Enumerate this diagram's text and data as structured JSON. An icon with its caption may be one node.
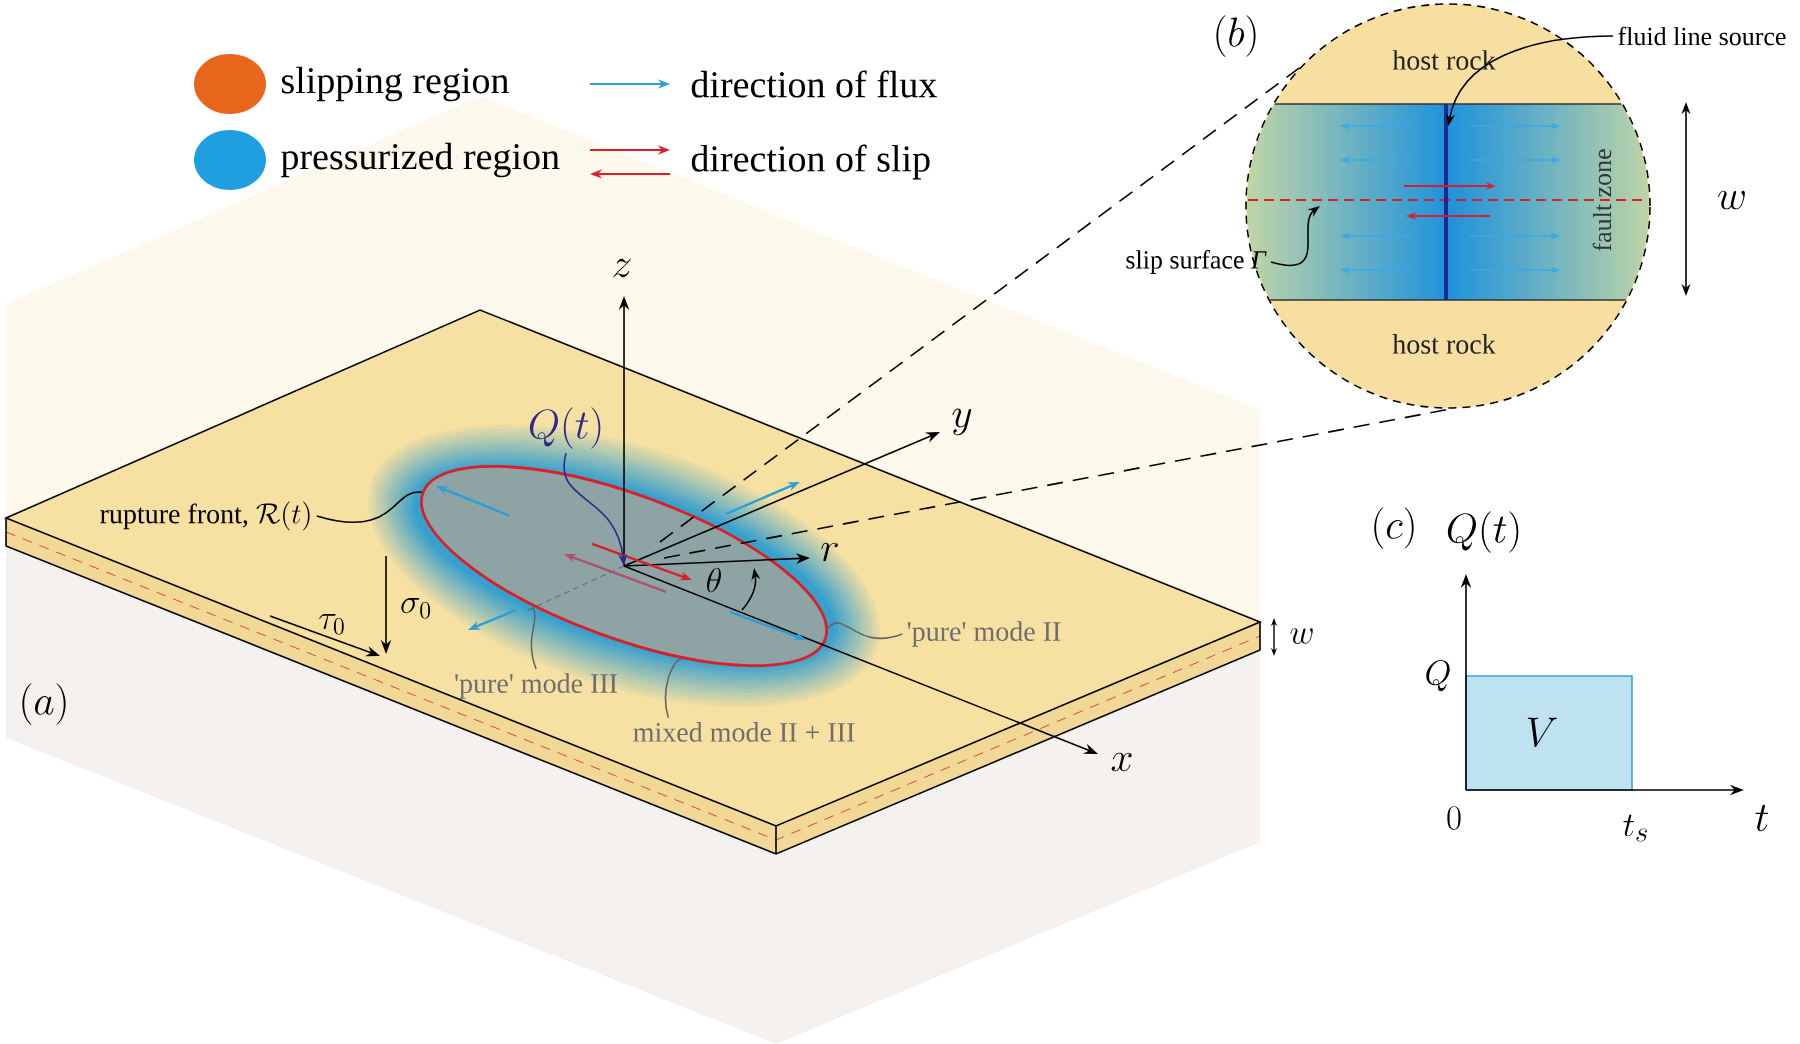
{
  "diagram": {
    "nodes": [
      {
        "text": [
          "\\text{rupture front, }\\mathcal{R}(t)"
        ]
      },
      {
        "text": [],
        "shape": "ellipse"
      },
      {
        "text": [
          "Q(t)"
        ]
      },
      {
        "text": [
          "'pure' mode III"
        ]
      },
      {
        "text": [
          "mixed mode II + III"
        ]
      },
      {
        "text": [
          "'pure' mode II"
        ]
      },
      {
        "text": [],
        "shape": "circle"
      },
      {
        "text": [
          "host rock"
        ],
        "in": 6
      },
      {
        "text": [
          "fault zone"
        ],
        "in": 6
      },
      {
        "text": [
          "host rock"
        ],
        "in": 6
      },
      {
        "text": [
          "fluid line source"
        ]
      },
      {
        "text": [
          "slip surface *Γ*"
        ]
      },
      {
        "text": [],
        "shape": "bar",
        "in": 8
      }
    ],
    "edges": [
      {
        "from": 0,
        "to": 1,
        "arrow": "none"
      },
      {
        "from": 2,
        "to": 1,
        "arrow": "to",
        "color": "#2b2a8c"
      },
      {
        "from": 3,
        "to": 1,
        "arrow": "none",
        "color": "#666666"
      },
      {
        "from": 4,
        "to": 1,
        "arrow": "none",
        "color": "#666666"
      },
      {
        "from": 5,
        "to": 1,
        "arrow": "none",
        "color": "#666666"
      },
      {
        "from": 1,
        "to": 6,
        "arrow": "none",
        "style": "dashed"
      },
      {
        "from": 1,
        "to": 6,
        "arrow": "none",
        "style": "dashed"
      },
      {
        "from": 10,
        "to": 12,
        "arrow": "to"
      },
      {
        "from": 11,
        "to": 8,
        "arrow": "to"
      }
    ],
    "labels": [
      "(a)",
      "z",
      "y",
      "r",
      "\\theta",
      "\\sigma_0",
      "\\tau_0",
      "x",
      "w",
      "(b)",
      "w",
      "(c)",
      "Q(t)",
      "Q",
      "V",
      "0",
      "t_s",
      "t"
    ],
    "legend": [
      {
        "text": "slipping region",
        "color": "#e8651c"
      },
      {
        "text": "pressurized region",
        "color": "#1f9fe0"
      },
      {
        "text": "direction of flux"
      },
      {
        "text": "direction of slip"
      }
    ]
  }
}
